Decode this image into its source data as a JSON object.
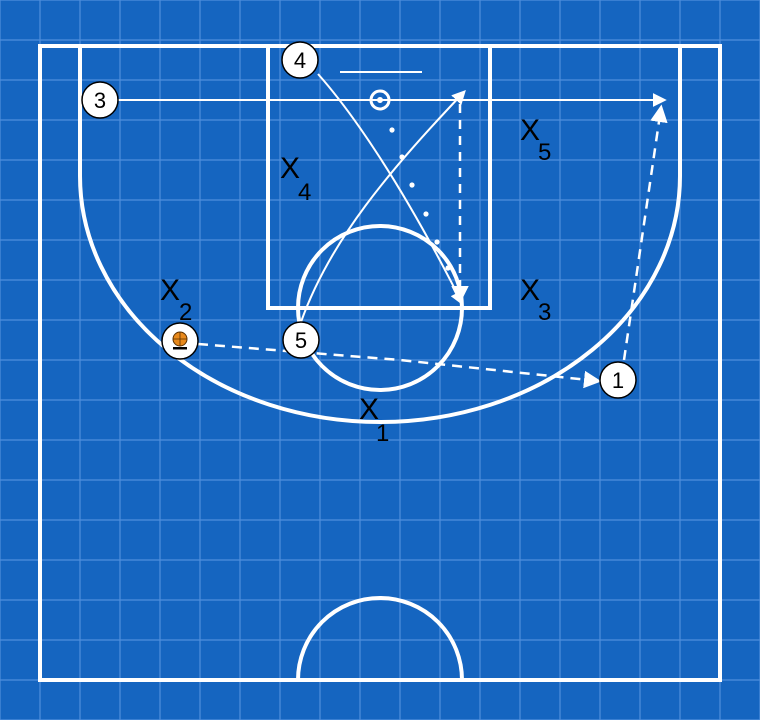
{
  "colors": {
    "background": "#1565c0",
    "grid": "#4f8fdc",
    "lines": "#ffffff",
    "marker_fill": "#ffffff",
    "marker_text": "#000000",
    "defender_text": "#000000",
    "ball": "#e8891b"
  },
  "offense": [
    {
      "id": "1",
      "label": "1"
    },
    {
      "id": "2",
      "label": "",
      "has_ball": true,
      "icon": "basketball-icon"
    },
    {
      "id": "3",
      "label": "3"
    },
    {
      "id": "4",
      "label": "4"
    },
    {
      "id": "5",
      "label": "5"
    }
  ],
  "defense": [
    {
      "id": "1",
      "letter": "X",
      "sub": "1"
    },
    {
      "id": "2",
      "letter": "X",
      "sub": "2"
    },
    {
      "id": "3",
      "letter": "X",
      "sub": "3"
    },
    {
      "id": "4",
      "letter": "X",
      "sub": "4"
    },
    {
      "id": "5",
      "letter": "X",
      "sub": "5"
    }
  ],
  "actions": [
    {
      "id": "pass-2-to-1",
      "type": "pass",
      "style": "dashed"
    },
    {
      "id": "cut-3-baseline",
      "type": "cut",
      "style": "solid"
    },
    {
      "id": "cut-4-to-block",
      "type": "cut",
      "style": "solid"
    },
    {
      "id": "cut-5-to-elbow",
      "type": "cut",
      "style": "solid"
    },
    {
      "id": "screen-path-elbow-down",
      "type": "move",
      "style": "dashed"
    },
    {
      "id": "move-1-to-corner",
      "type": "move",
      "style": "dashed"
    },
    {
      "id": "dribble-path",
      "type": "dribble",
      "style": "dotted"
    }
  ]
}
